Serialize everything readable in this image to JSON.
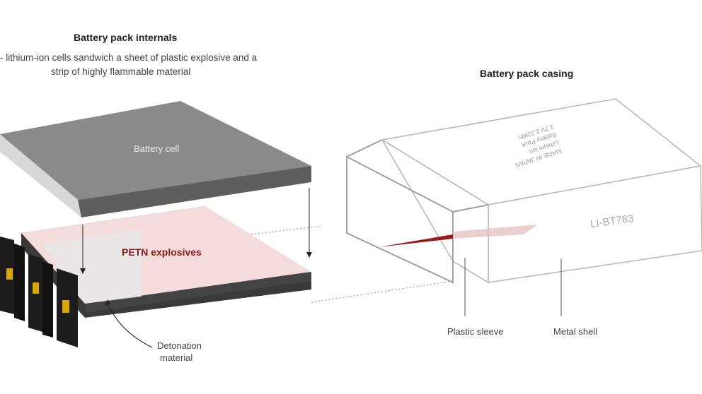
{
  "internals": {
    "title": "Battery pack internals",
    "subtitle_line1": "- lithium-ion cells sandwich a sheet of plastic explosive and a",
    "subtitle_line2": "strip of highly flammable material",
    "battery_cell_label": "Battery cell",
    "petn_label": "PETN explosives",
    "detonation_label_line1": "Detonation",
    "detonation_label_line2": "material"
  },
  "casing": {
    "title": "Battery pack casing",
    "model_text": "LI-BT783",
    "plastic_sleeve_label": "Plastic sleeve",
    "metal_shell_label": "Metal shell"
  },
  "colors": {
    "petn": "#8b1a1a",
    "cell_gray": "#6e6e6e",
    "tab_yellow": "#d8a800"
  }
}
